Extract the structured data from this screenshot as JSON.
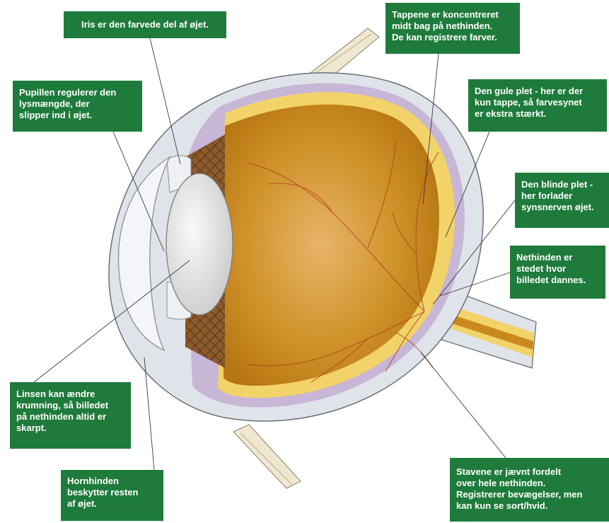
{
  "colors": {
    "label_green": "#1e7b3b",
    "sclera": "#dfe3ea",
    "choroid": "#c7b6d6",
    "retina_yellow": "#f2d36a",
    "vitreous": "#c9891d",
    "lens": "#e2e2e2",
    "vessel": "#b3401e",
    "pointer": "#3a3a3a"
  },
  "labels": {
    "iris": "Iris er den farvede del af øjet.",
    "tappene": "Tappene er koncentreret\nmidt bag på nethinden.\nDe kan registrere farver.",
    "pupillen": "Pupillen regulerer den\nlysmængde, der\nslipper ind i øjet.",
    "gule_plet": "Den gule plet - her er der\nkun tappe, så farvesynet\ner ekstra stærkt.",
    "blinde_plet": "Den blinde plet -\nher forlader\nsynsnerven øjet.",
    "nethinden": "Nethinden er\nstedet hvor\nbilledet dannes.",
    "linsen": "Linsen kan ændre\nkrumning, så billedet\npå nethinden altid er\nskarpt.",
    "hornhinden": "Hornhinden\nbeskytter resten\naf øjet.",
    "stavene": "Stavene er jævnt fordelt\nover hele nethinden.\nRegistrerer bevægelser, men\nkan kun se sort/hvid."
  }
}
